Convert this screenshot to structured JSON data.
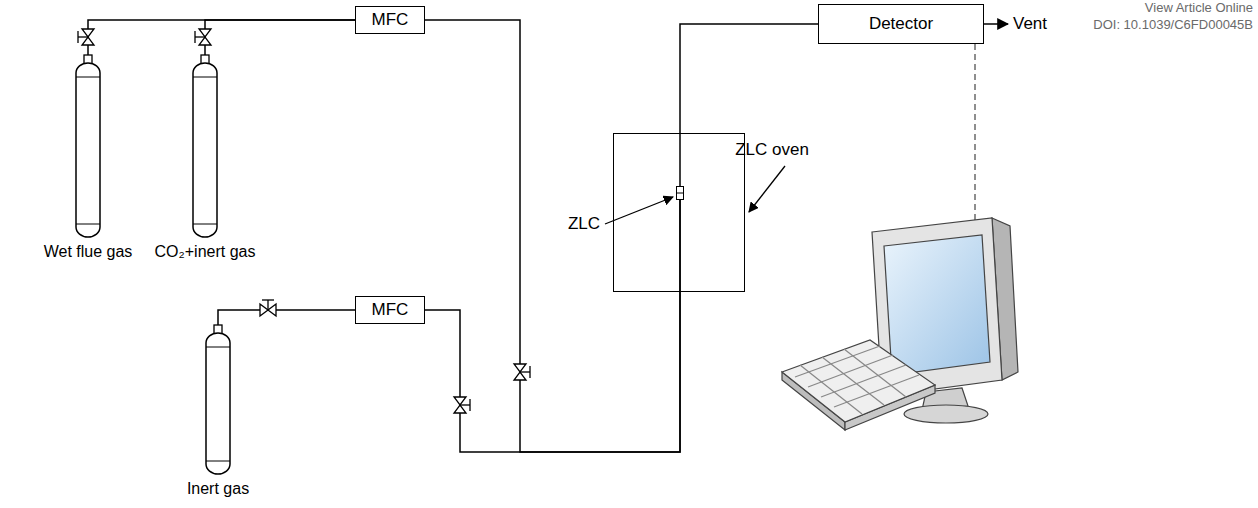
{
  "diagram": {
    "nodes": [
      {
        "text": [
          "Wet flue gas"
        ]
      },
      {
        "text": [
          "CO₂+inert gas"
        ]
      },
      {
        "text": [
          "MFC"
        ]
      },
      {
        "text": [
          "Inert gas"
        ]
      },
      {
        "text": [
          "MFC"
        ]
      },
      {
        "text": [
          "ZLC oven"
        ]
      },
      {
        "text": [
          "ZLC"
        ],
        "in": 5
      },
      {
        "text": [
          "Detector"
        ]
      }
    ],
    "edges": [
      {
        "from": 0,
        "to": 2,
        "arrow": "none"
      },
      {
        "from": 1,
        "to": 2,
        "arrow": "none"
      },
      {
        "from": 3,
        "to": 4,
        "arrow": "none"
      },
      {
        "from": 2,
        "to": 6,
        "arrow": "none"
      },
      {
        "from": 4,
        "to": 6,
        "arrow": "none"
      },
      {
        "from": 6,
        "to": 7,
        "arrow": "none"
      }
    ],
    "labels": [
      "Vent",
      "View Article Online",
      "DOI: 10.1039/C6FD00045B"
    ]
  }
}
